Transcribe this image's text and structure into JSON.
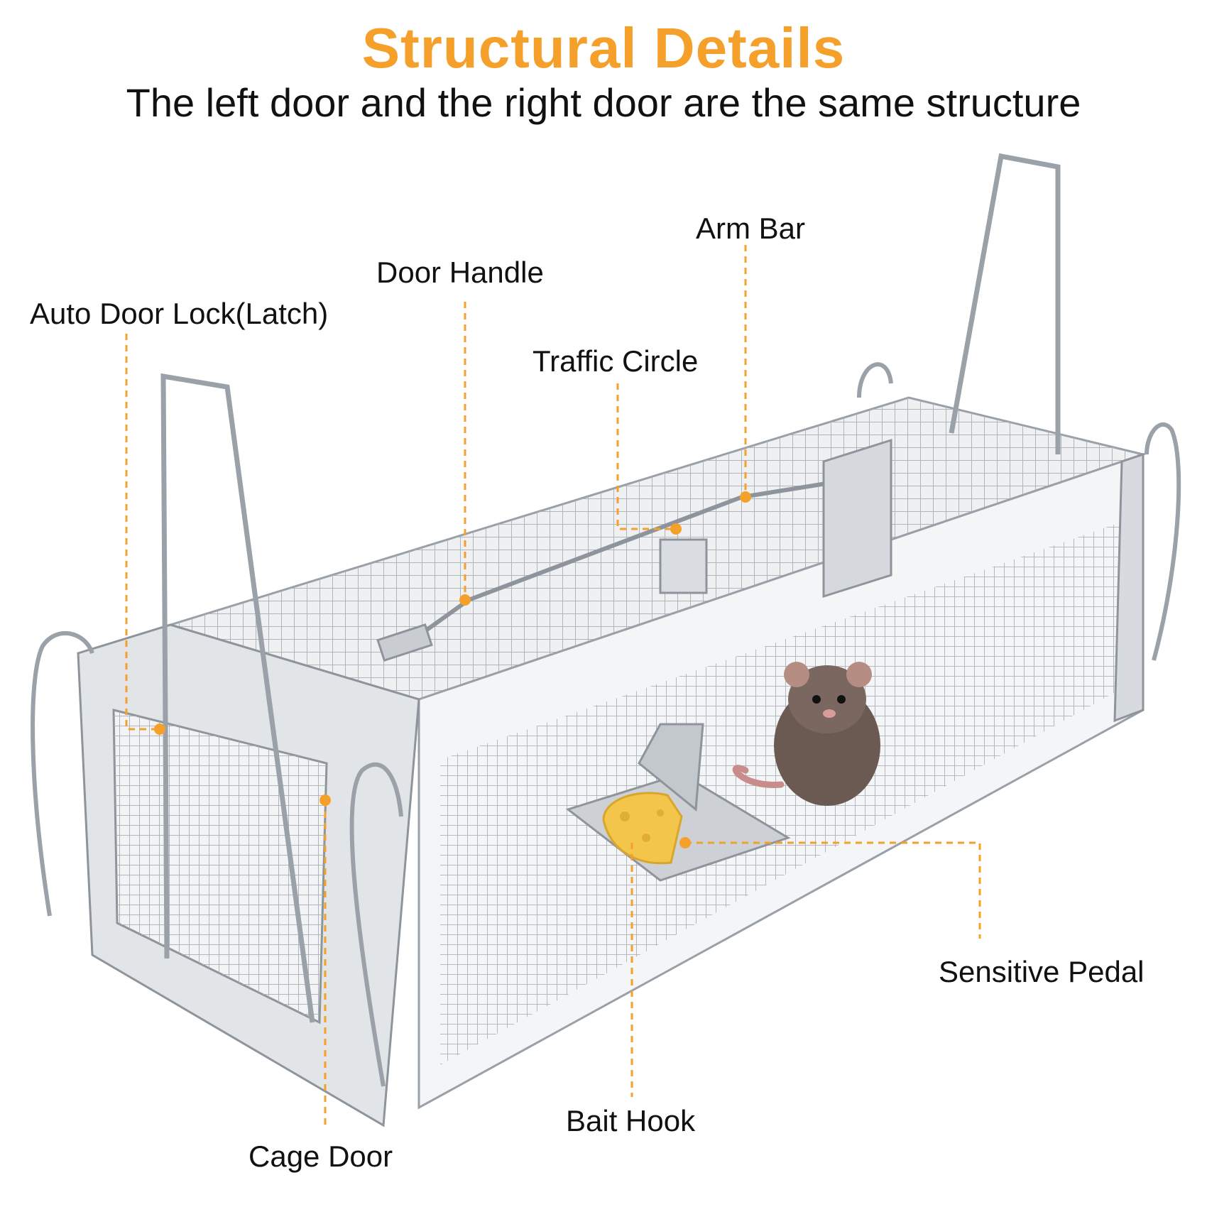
{
  "header": {
    "title": "Structural Details",
    "subtitle": "The left door and the right door are the same structure"
  },
  "callouts": {
    "auto_door_lock": "Auto Door Lock(Latch)",
    "door_handle": "Door Handle",
    "arm_bar": "Arm Bar",
    "traffic_circle": "Traffic Circle",
    "sensitive_pedal": "Sensitive Pedal",
    "bait_hook": "Bait Hook",
    "cage_door": "Cage Door"
  },
  "colors": {
    "accent": "#F5A02A",
    "metal": "#b9bec4",
    "metal_dark": "#8e949b",
    "cheese": "#F3C54A",
    "rat": "#6b5a52"
  }
}
